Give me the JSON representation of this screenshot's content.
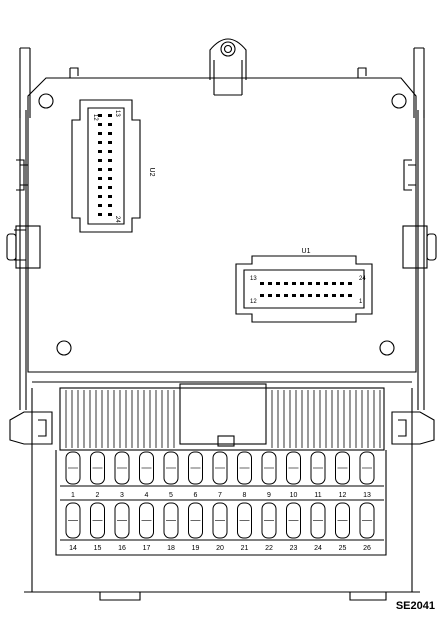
{
  "figure_id": "SE2041",
  "connectors": {
    "u1": {
      "label": "U1",
      "pin_top_left": "13",
      "pin_top_right": "24",
      "pin_bottom_left": "12",
      "pin_bottom_right": "1"
    },
    "u2": {
      "label": "U2",
      "pin_top_left": "12",
      "pin_top_right": "13",
      "pin_bottom_right": "24"
    }
  },
  "fuses": {
    "top_row": [
      "1",
      "2",
      "3",
      "4",
      "5",
      "6",
      "7",
      "8",
      "9",
      "10",
      "11",
      "12",
      "13"
    ],
    "bottom_row": [
      "14",
      "15",
      "16",
      "17",
      "18",
      "19",
      "20",
      "21",
      "22",
      "23",
      "24",
      "25",
      "26"
    ]
  },
  "colors": {
    "line": "#000000",
    "background": "#ffffff"
  }
}
